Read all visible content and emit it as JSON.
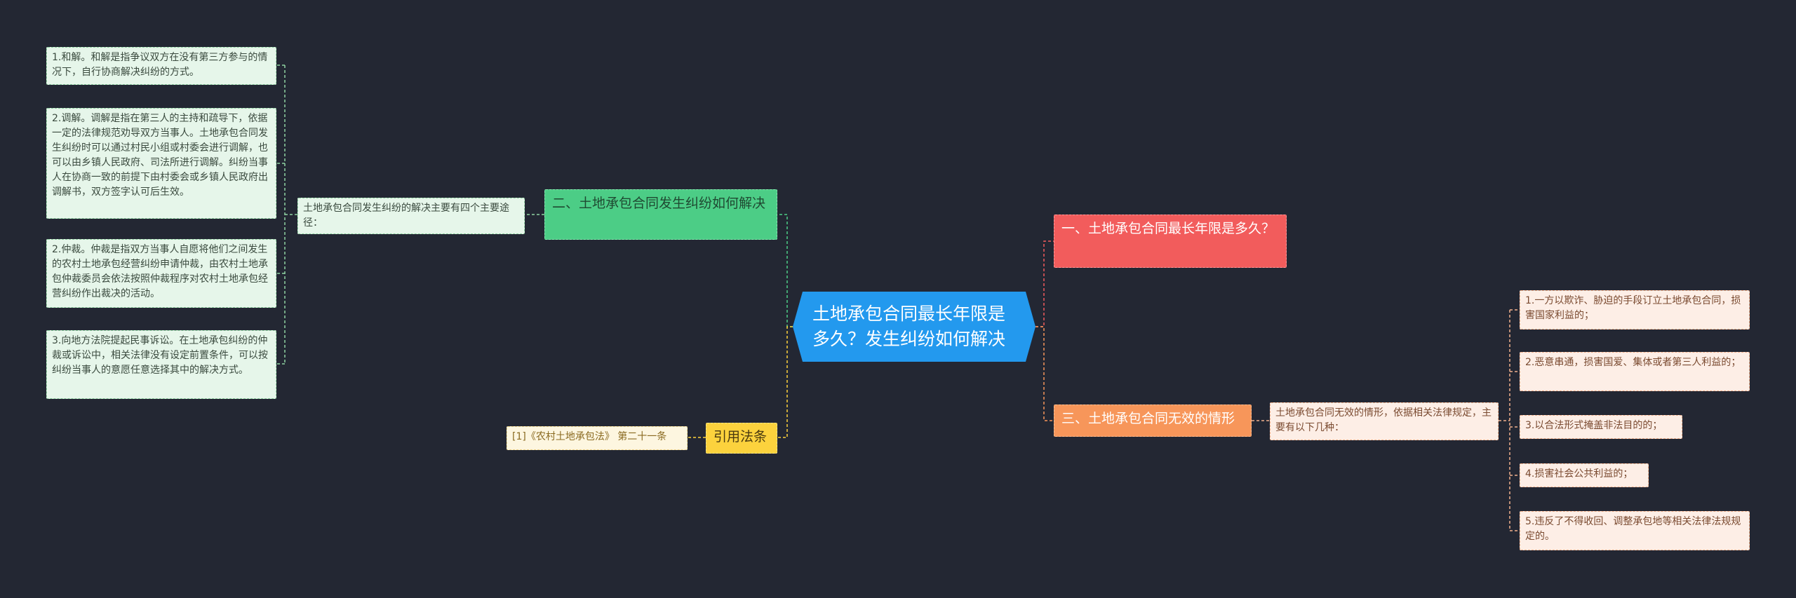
{
  "root": {
    "label": "土地承包合同最长年限是多久？发生纠纷如何解决"
  },
  "left": {
    "dispute": {
      "label": "二、土地承包合同发生纠纷如何解决",
      "summary": "土地承包合同发生纠纷的解决主要有四个主要途径：",
      "items": [
        "1.和解。和解是指争议双方在没有第三方参与的情况下，自行协商解决纠纷的方式。",
        "2.调解。调解是指在第三人的主持和疏导下，依据一定的法律规范劝导双方当事人。土地承包合同发生纠纷时可以通过村民小组或村委会进行调解，也可以由乡镇人民政府、司法所进行调解。纠纷当事人在协商一致的前提下由村委会或乡镇人民政府出调解书，双方签字认可后生效。",
        "2.仲裁。仲裁是指双方当事人自愿将他们之间发生的农村土地承包经营纠纷申请仲裁，由农村土地承包仲裁委员会依法按照仲裁程序对农村土地承包经营纠纷作出裁决的活动。",
        "3.向地方法院提起民事诉讼。在土地承包纠纷的仲裁或诉讼中，相关法律没有设定前置条件，可以按纠纷当事人的意愿任意选择其中的解决方式。"
      ]
    },
    "citation": {
      "label": "引用法条",
      "item": "[1]《农村土地承包法》 第二十一条"
    }
  },
  "right": {
    "longest": {
      "label": "一、土地承包合同最长年限是多久？"
    },
    "invalid": {
      "label": "三、土地承包合同无效的情形",
      "summary": "土地承包合同无效的情形，依据相关法律规定，主要有以下几种：",
      "items": [
        "1.一方以欺诈、胁迫的手段订立土地承包合同，损害国家利益的；",
        "2.恶意串通，损害国爱、集体或者第三人利益的；",
        "3.以合法形式掩盖非法目的的；",
        "4.损害社会公共利益的；",
        "5.违反了不得收回、调整承包地等相关法律法规规定的。"
      ]
    }
  },
  "colors": {
    "background": "#232733",
    "root": "#2399ee",
    "green": "#4ccd86",
    "red": "#f25c5c",
    "orange": "#f7965a",
    "yellow": "#fcd23d"
  }
}
